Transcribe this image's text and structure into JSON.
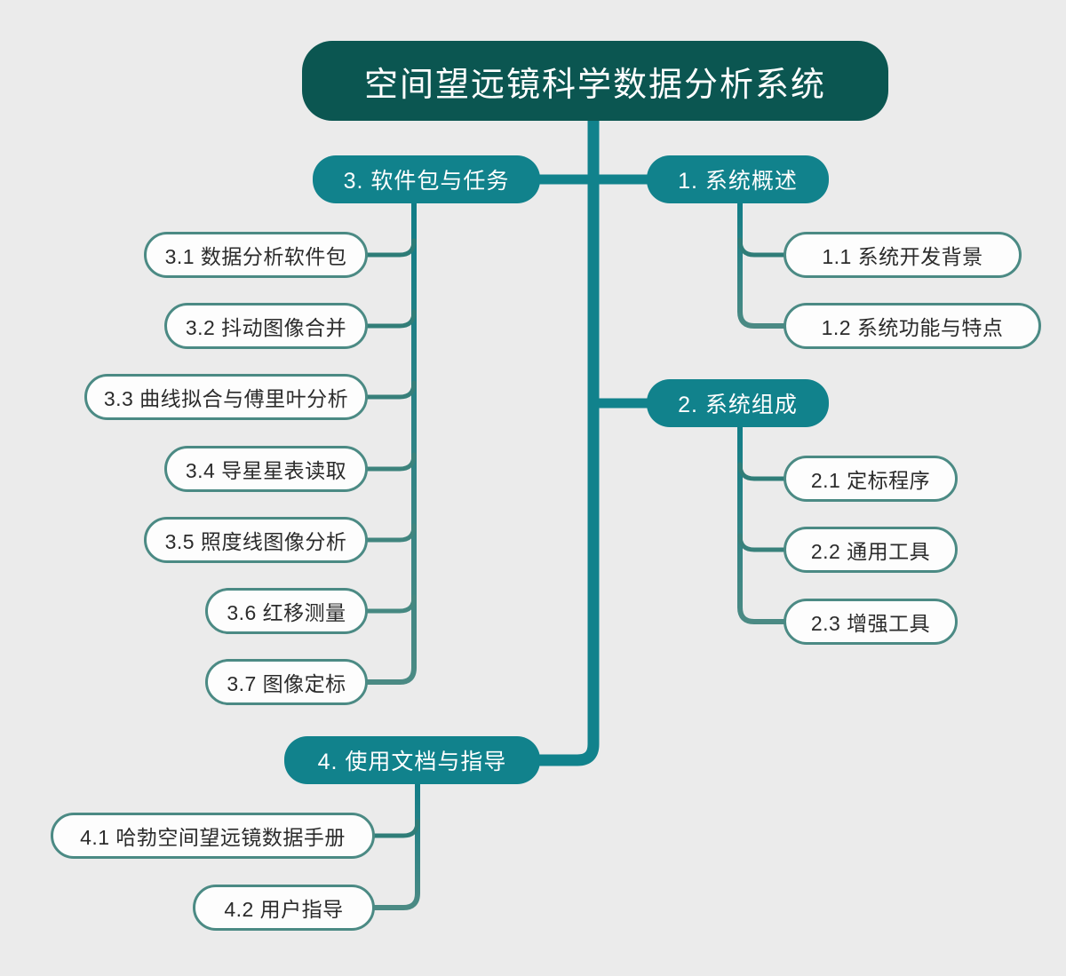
{
  "diagram": {
    "type": "mind-map",
    "title": "空间望远镜科学数据分析系统",
    "background_color": "#ebebeb",
    "colors": {
      "root_fill": "#0b5651",
      "branch_fill": "#11828c",
      "leaf_fill": "#fdfdfd",
      "leaf_border": "#4b8a84",
      "trunk_line": "#11828c",
      "sub_line": "#4b8a84",
      "root_text": "#ffffff",
      "branch_text": "#ffffff",
      "leaf_text": "#2b2b2b"
    }
  },
  "root": {
    "label": "空间望远镜科学数据分析系统"
  },
  "branches": [
    {
      "id": "b1",
      "label": "1. 系统概述",
      "side": "right",
      "children": [
        {
          "id": "b1c1",
          "label": "1.1 系统开发背景"
        },
        {
          "id": "b1c2",
          "label": "1.2 系统功能与特点"
        }
      ]
    },
    {
      "id": "b2",
      "label": "2. 系统组成",
      "side": "right",
      "children": [
        {
          "id": "b2c1",
          "label": "2.1 定标程序"
        },
        {
          "id": "b2c2",
          "label": "2.2 通用工具"
        },
        {
          "id": "b2c3",
          "label": "2.3 增强工具"
        }
      ]
    },
    {
      "id": "b3",
      "label": "3. 软件包与任务",
      "side": "left",
      "children": [
        {
          "id": "b3c1",
          "label": "3.1 数据分析软件包"
        },
        {
          "id": "b3c2",
          "label": "3.2 抖动图像合并"
        },
        {
          "id": "b3c3",
          "label": "3.3 曲线拟合与傅里叶分析"
        },
        {
          "id": "b3c4",
          "label": "3.4 导星星表读取"
        },
        {
          "id": "b3c5",
          "label": "3.5 照度线图像分析"
        },
        {
          "id": "b3c6",
          "label": "3.6 红移测量"
        },
        {
          "id": "b3c7",
          "label": "3.7 图像定标"
        }
      ]
    },
    {
      "id": "b4",
      "label": "4. 使用文档与指导",
      "side": "left",
      "children": [
        {
          "id": "b4c1",
          "label": "4.1 哈勃空间望远镜数据手册"
        },
        {
          "id": "b4c2",
          "label": "4.2 用户指导"
        }
      ]
    }
  ]
}
